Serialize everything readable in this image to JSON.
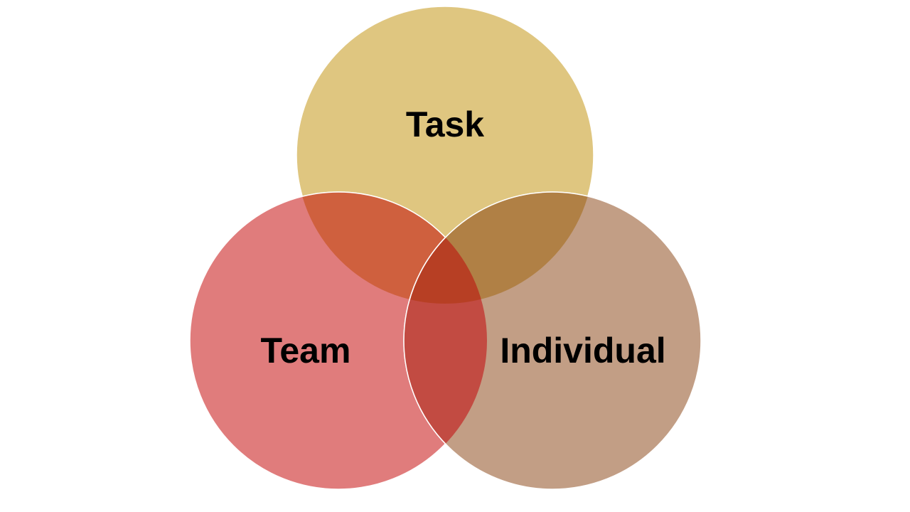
{
  "diagram": {
    "type": "venn",
    "sets": [
      {
        "id": "task",
        "label": "Task",
        "color": "#DFC680"
      },
      {
        "id": "team",
        "label": "Team",
        "color": "#E07C7C"
      },
      {
        "id": "individual",
        "label": "Individual",
        "color": "#C29E85"
      }
    ],
    "intersections": {
      "task_team": "#CF603E",
      "task_individual": "#B08045",
      "team_individual": "#C24B42",
      "all": "#B73F24"
    }
  }
}
